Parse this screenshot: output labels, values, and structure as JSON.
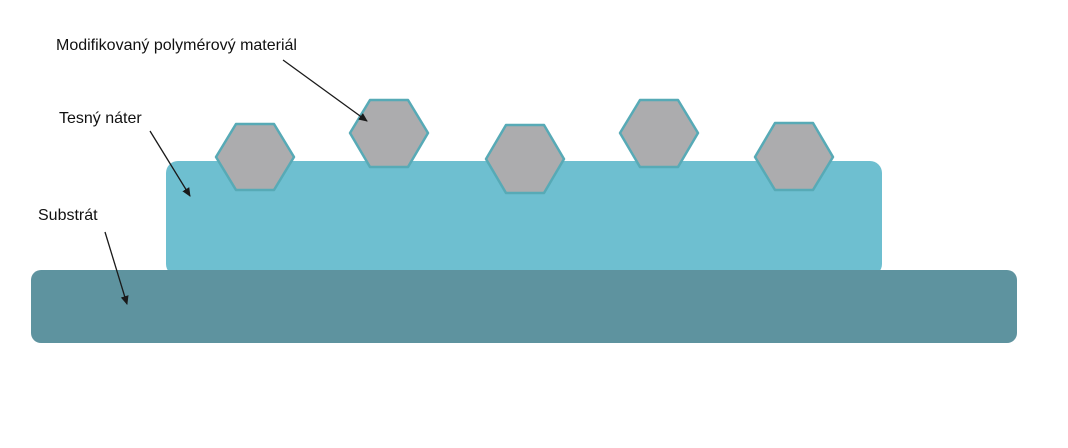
{
  "labels": {
    "polymer": "Modifikovaný polymérový materiál",
    "coating": "Tesný náter",
    "substrate": "Substrát"
  },
  "colors": {
    "substrate": "#5e939f",
    "coating": "#6ebfd0",
    "hexagon_fill": "#acacae",
    "hexagon_stroke": "#57aab6",
    "arrow": "#1a1a1a",
    "text": "#111111"
  },
  "hexagon_count": 5
}
